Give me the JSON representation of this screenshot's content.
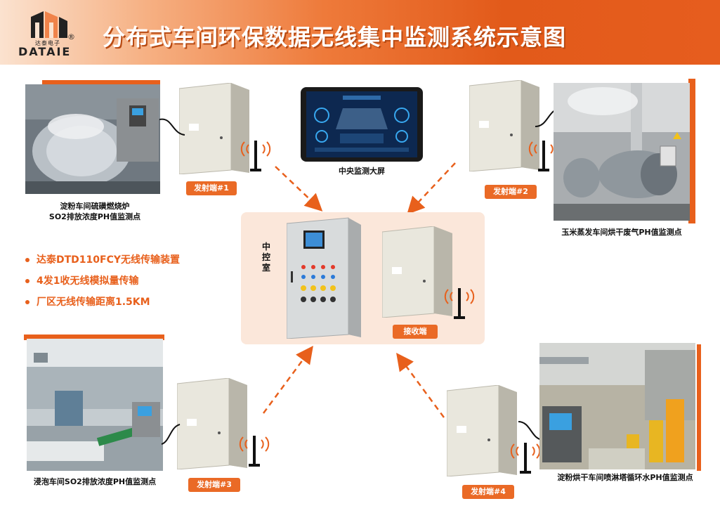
{
  "header": {
    "title": "分布式车间环保数据无线集中监测系统示意图",
    "logo_cn": "达泰电子",
    "logo_en": "DATAIE",
    "logo_reg": "®"
  },
  "central": {
    "screen_caption": "中央监测大屏",
    "control_room_label": "中控室",
    "receiver_label": "接收端"
  },
  "features": [
    "达泰DTD110FCY无线传输装置",
    "4发1收无线模拟量传输",
    "厂区无线传输距离1.5KM"
  ],
  "stations": [
    {
      "tag": "发射端#1",
      "caption_line1": "淀粉车间硫磺燃烧炉",
      "caption_line2": "SO2排放浓度PH值监测点"
    },
    {
      "tag": "发射端#2",
      "caption_line1": "玉米蒸发车间烘干废气PH值监测点",
      "caption_line2": ""
    },
    {
      "tag": "发射端#3",
      "caption_line1": "浸泡车间SO2排放浓度PH值监测点",
      "caption_line2": ""
    },
    {
      "tag": "发射端#4",
      "caption_line1": "淀粉烘干车间喷淋塔循环水PH值监测点",
      "caption_line2": ""
    }
  ],
  "colors": {
    "accent": "#e8601c",
    "cabinet": "#e6e4d8",
    "panel_bg": "#fbe7da"
  }
}
